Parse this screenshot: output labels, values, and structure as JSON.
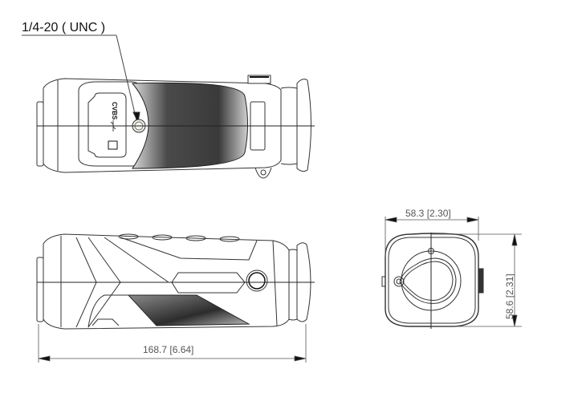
{
  "drawing": {
    "subject": "thermal monocular technical drawing",
    "views": [
      "top-view",
      "side-view",
      "front-view"
    ],
    "callouts": {
      "tripod_thread": "1/4-20 ( UNC )"
    },
    "icons_on_port_cover": [
      "CVBS",
      "usb-icon",
      "sd-card-icon"
    ],
    "dimensions": {
      "length": "168.7 [6.64]",
      "width": "58.3 [2.30]",
      "height": "58.6 [2.31]"
    },
    "units": "mm [in]"
  }
}
